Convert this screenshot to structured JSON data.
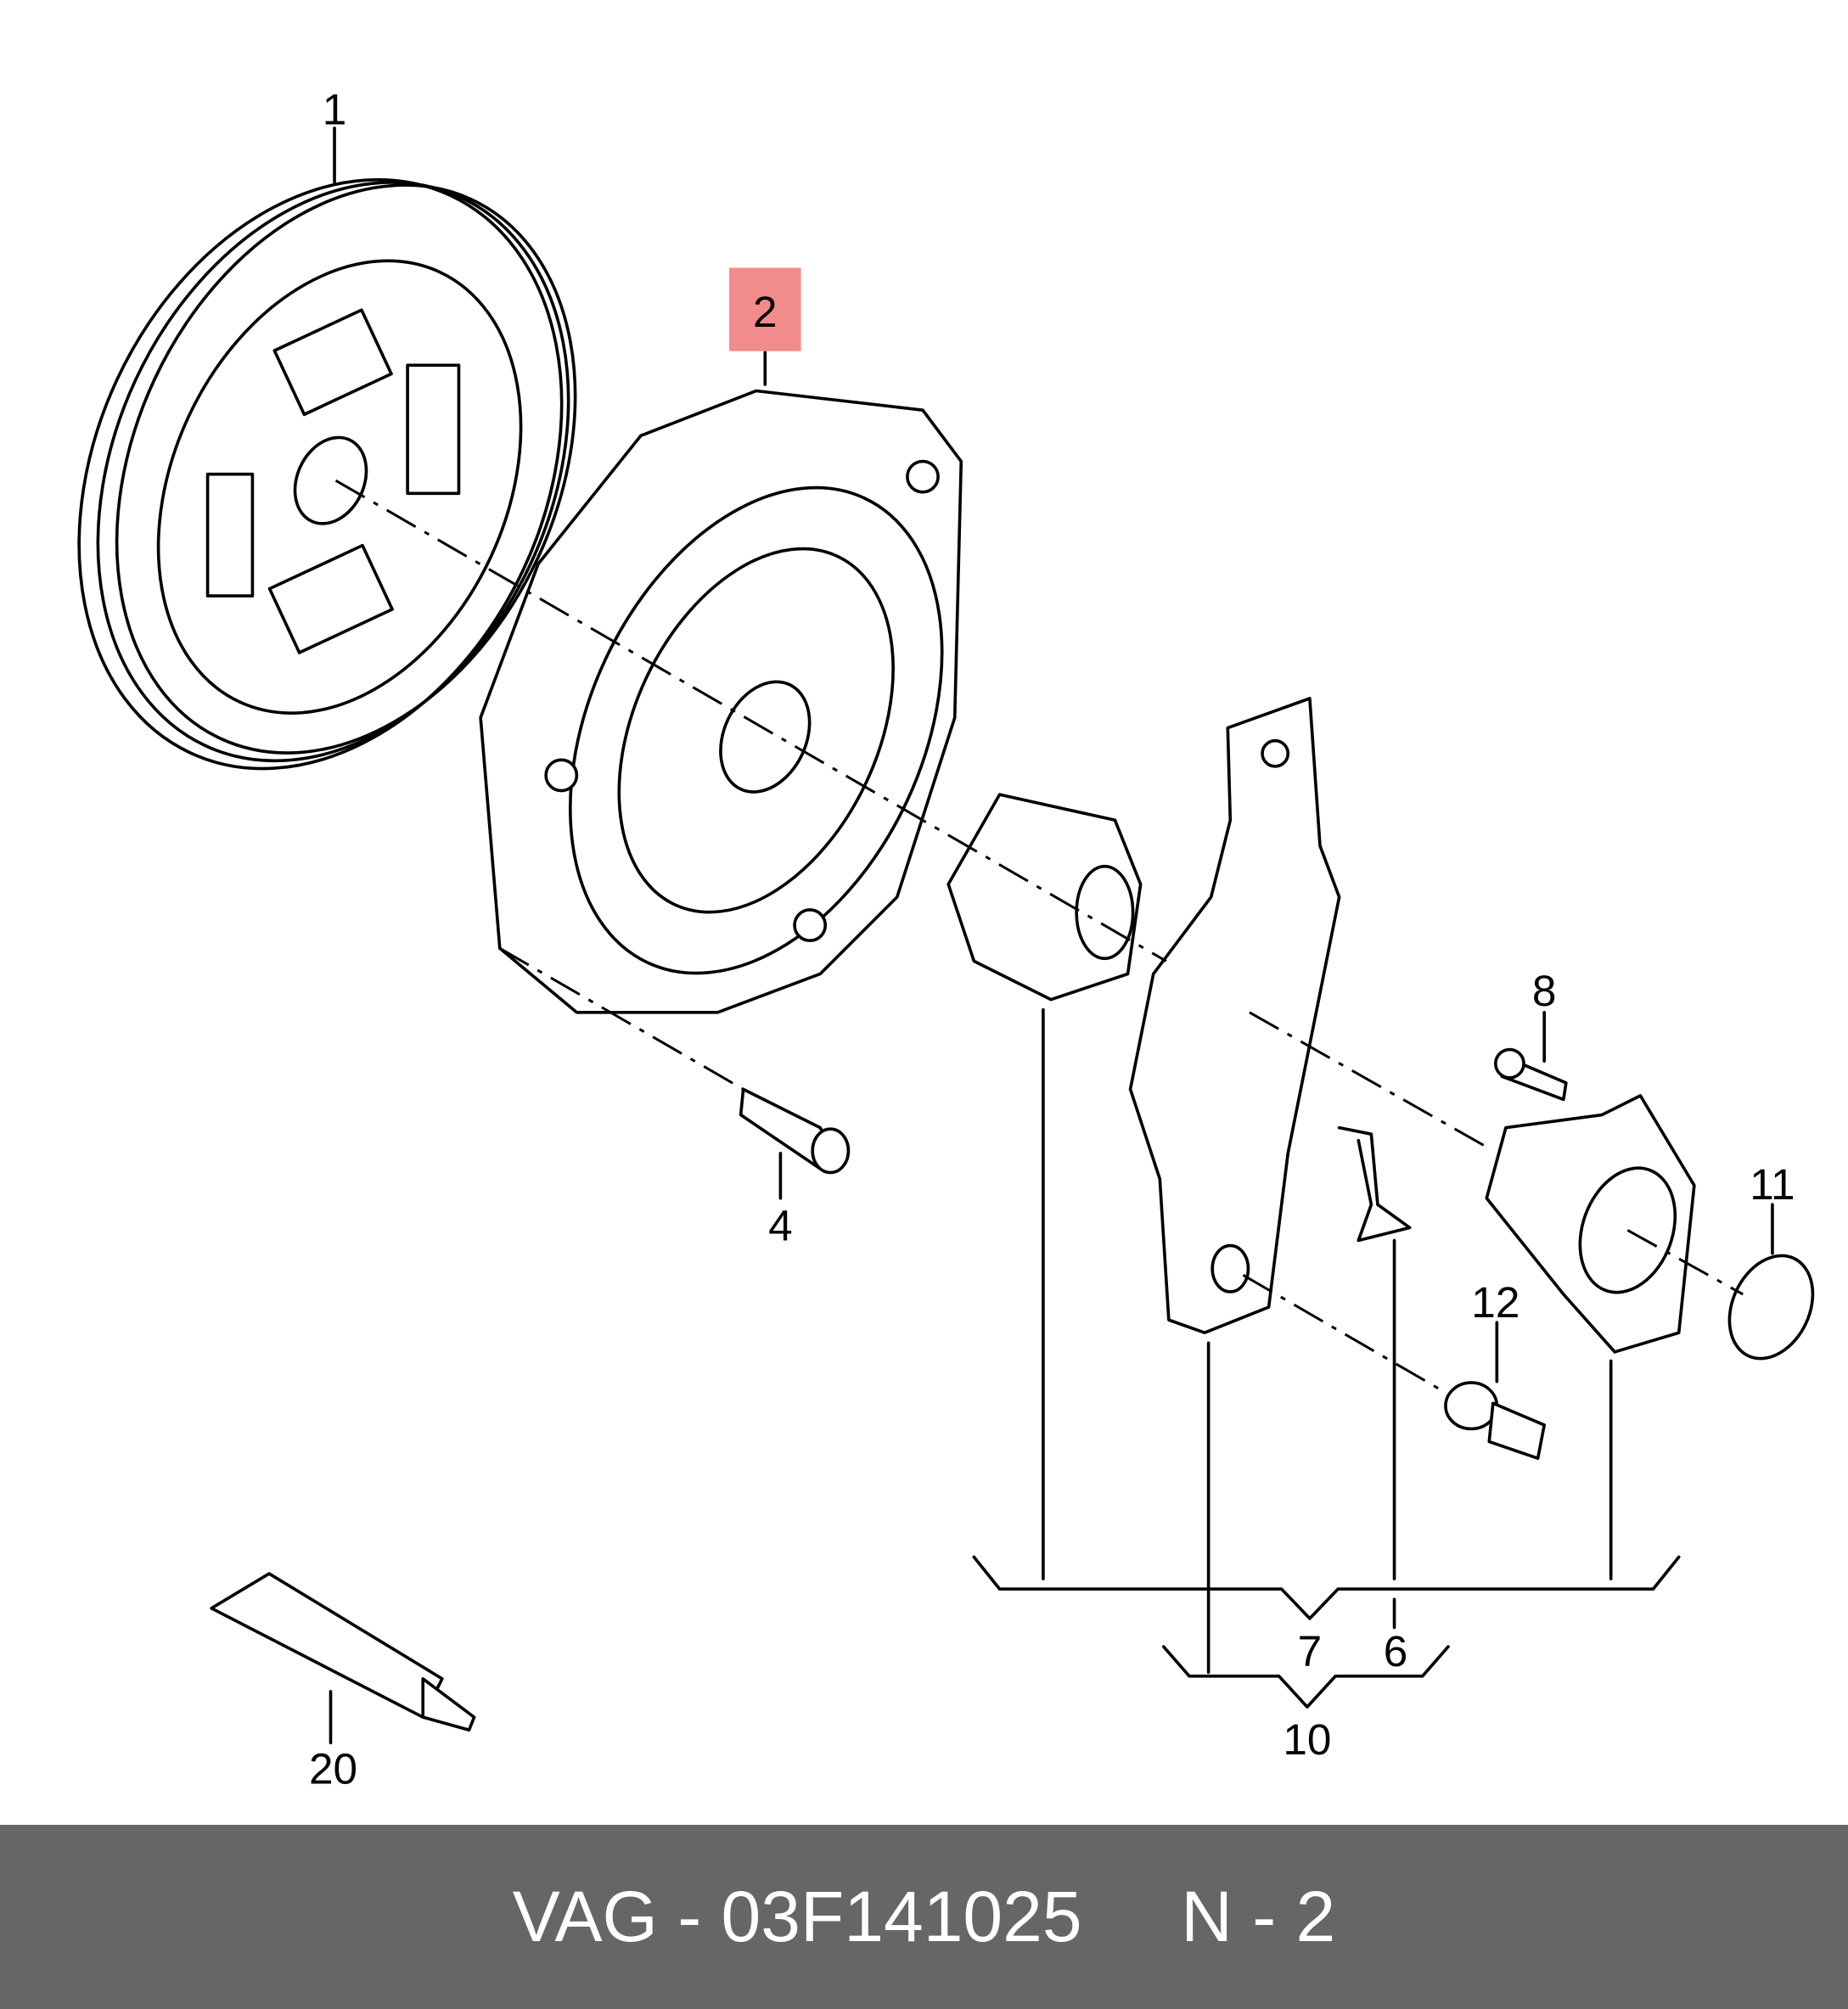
{
  "diagram": {
    "labels": {
      "p1": "1",
      "p2": "2",
      "p4": "4",
      "p6": "6",
      "p7": "7",
      "p8": "8",
      "p10": "10",
      "p11": "11",
      "p12": "12",
      "p20": "20"
    },
    "highlight_color": "#f28b8b"
  },
  "footer": {
    "brand": "VAG",
    "part_number": "03F141025",
    "position": "N - 2",
    "text": "VAG - 03F141025     N - 2"
  }
}
